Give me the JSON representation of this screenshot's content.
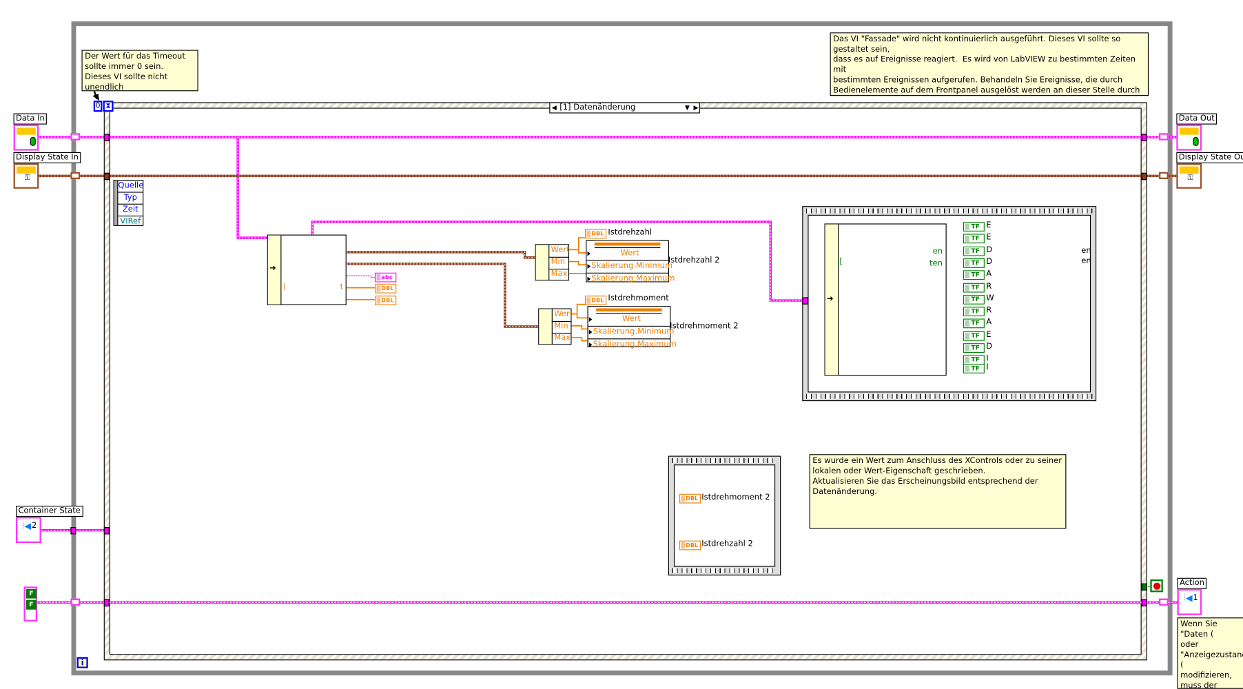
{
  "comments": {
    "timeout": "Der Wert für das Timeout\nsollte immer 0 sein.\nDieses VI sollte nicht unendlich\nwarten.",
    "facade": "Das VI \"Fassade\" wird nicht kontinuierlich ausgeführt. Dieses VI sollte so gestaltet sein,\ndass es auf Ereignisse reagiert.  Es wird von LabVIEW zu bestimmten Zeiten mit\nbestimmten Ereignissen aufgerufen. Behandeln Sie Ereignisse, die durch\nBedienelemente auf dem Frontpanel ausgelöst werden an dieser Stelle durch\nHinzufügen der Ereignisse zu der Ereignisstruktur.",
    "data_change": "Es wurde ein Wert zum Anschluss des XControls oder zu seiner\nlokalen oder Wert-Eigenschaft geschrieben.\nAktualisieren Sie das Erscheinungsbild entsprechend der\nDatenänderung.",
    "action": "Wenn Sie \"Daten (\noder\n\"Anzeigezustand (\nmodifizieren,\nmuss der entsprec\nboolesche\nWert in Aktion au"
  },
  "terminals": {
    "data_in": "Data In",
    "display_state_in": "Display State In",
    "container_state": "Container State",
    "container_state_value": "2",
    "data_out": "Data Out",
    "display_state_out": "Display State Out",
    "action": "Action",
    "action_value": "1",
    "bool_array": [
      "F",
      "F"
    ]
  },
  "event_structure": {
    "timeout_value": "0",
    "selector": "[1] Datenänderung",
    "event_data": [
      "Quelle",
      "Typ",
      "Zeit",
      "VIRef"
    ]
  },
  "iteration_label": "i",
  "indicators": {
    "abc": "abc",
    "dbl": "DBL",
    "tf": "TF",
    "unbundle_partial": [
      "(",
      "t"
    ]
  },
  "unbundle_rows": [
    "Wert",
    "Min",
    "Max"
  ],
  "property_nodes": [
    {
      "ref": "Istdrehzahl",
      "name": "Istdrehzahl 2",
      "props": [
        "Wert",
        "Skalierung.Minimum",
        "Skalierung.Maximum"
      ]
    },
    {
      "ref": "Istdrehmoment",
      "name": "Istdrehmoment 2",
      "props": [
        "Wert",
        "Skalierung.Minimum",
        "Skalierung.Maximum"
      ]
    }
  ],
  "bool_cluster": {
    "green_labels": [
      "[",
      "en",
      "ten"
    ],
    "tf_letters": [
      "E",
      "E",
      "D",
      "D",
      "A",
      "R",
      "W",
      "R",
      "A",
      "E",
      "D",
      "I",
      "I"
    ],
    "right_text": [
      "en",
      "en"
    ]
  },
  "refs_sequence": [
    "Istdrehmoment 2",
    "Istdrehzahl 2"
  ],
  "colors": {
    "pink_wire": "#ff00ff",
    "brown_wire": "#8b3a1a",
    "orange_dbl": "#f08000",
    "green_bool": "#008000",
    "comment_bg": "#ffffd4"
  }
}
